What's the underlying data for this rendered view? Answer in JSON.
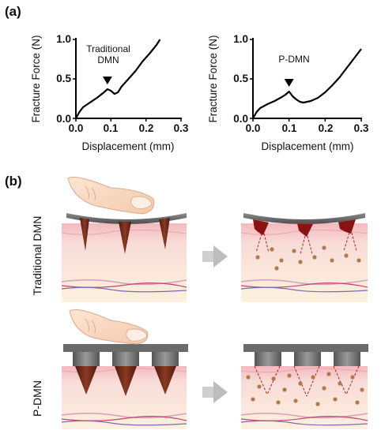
{
  "panel_a": {
    "label": "(a)",
    "charts": [
      {
        "type": "line",
        "xlabel": "Displacement (mm)",
        "ylabel": "Fracture Force (N)",
        "xlim": [
          0,
          0.3
        ],
        "ylim": [
          0,
          1.0
        ],
        "xticks": [
          "0.0",
          "0.1",
          "0.2",
          "0.3"
        ],
        "yticks": [
          "0.0",
          "0.5",
          "1.0"
        ],
        "annotation": {
          "lines": [
            "Traditional",
            "DMN"
          ],
          "at_x": 0.09,
          "at_y": 0.37
        },
        "x": [
          0.0,
          0.01,
          0.02,
          0.04,
          0.06,
          0.08,
          0.09,
          0.1,
          0.11,
          0.12,
          0.13,
          0.15,
          0.17,
          0.19,
          0.21,
          0.23,
          0.24
        ],
        "y": [
          0.0,
          0.08,
          0.14,
          0.2,
          0.26,
          0.33,
          0.37,
          0.35,
          0.31,
          0.33,
          0.4,
          0.5,
          0.6,
          0.72,
          0.82,
          0.93,
          1.0
        ]
      },
      {
        "type": "line",
        "xlabel": "Displacement (mm)",
        "ylabel": "Fracture Force (N)",
        "xlim": [
          0,
          0.3
        ],
        "ylim": [
          0,
          1.0
        ],
        "xticks": [
          "0.0",
          "0.1",
          "0.2",
          "0.3"
        ],
        "yticks": [
          "0.0",
          "0.5",
          "1.0"
        ],
        "annotation": {
          "lines": [
            "P-DMN"
          ],
          "at_x": 0.1,
          "at_y": 0.34
        },
        "x": [
          0.0,
          0.01,
          0.02,
          0.04,
          0.06,
          0.08,
          0.09,
          0.1,
          0.11,
          0.12,
          0.13,
          0.14,
          0.16,
          0.18,
          0.2,
          0.22,
          0.24,
          0.26,
          0.28,
          0.3
        ],
        "y": [
          0.0,
          0.08,
          0.13,
          0.18,
          0.22,
          0.27,
          0.3,
          0.34,
          0.28,
          0.24,
          0.21,
          0.2,
          0.22,
          0.26,
          0.33,
          0.42,
          0.52,
          0.64,
          0.76,
          0.88
        ]
      }
    ]
  },
  "panel_b": {
    "label": "(b)",
    "rows": [
      {
        "label": "Traditional DMN"
      },
      {
        "label": "P-DMN"
      }
    ]
  },
  "colors": {
    "skin_top": "#f4c7c9",
    "skin_body": "#fcefd9",
    "needle": "#7b1414",
    "patch": "#6f6f6f",
    "drug_dot": "#b07a4e",
    "arrow": "#c8c8c8"
  }
}
